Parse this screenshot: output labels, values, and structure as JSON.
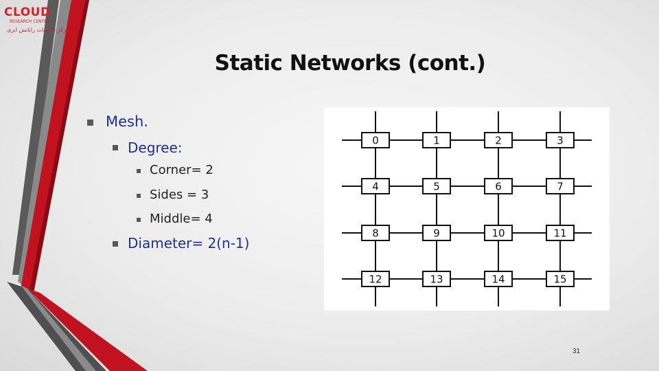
{
  "logo": {
    "main": "CLOUD",
    "sub": "RESEARCH CENTER",
    "persian": "مرکز تحقیقات رایانش ابری"
  },
  "slide": {
    "title": "Static Networks (cont.)",
    "bullets": {
      "mesh": "Mesh.",
      "degree": "Degree:",
      "corner": "Corner= 2",
      "sides": "Sides = 3",
      "middle": "Middle= 4",
      "diameter": "Diameter= 2(n-1)"
    },
    "page_number": "31"
  },
  "mesh": {
    "rows": 4,
    "cols": 4,
    "nodes": [
      "0",
      "1",
      "2",
      "3",
      "4",
      "5",
      "6",
      "7",
      "8",
      "9",
      "10",
      "11",
      "12",
      "13",
      "14",
      "15"
    ]
  },
  "colors": {
    "title": "#111111",
    "bullet_text": "#1f2f8f",
    "accent_red": "#c1121f",
    "accent_gray": "#595959"
  }
}
